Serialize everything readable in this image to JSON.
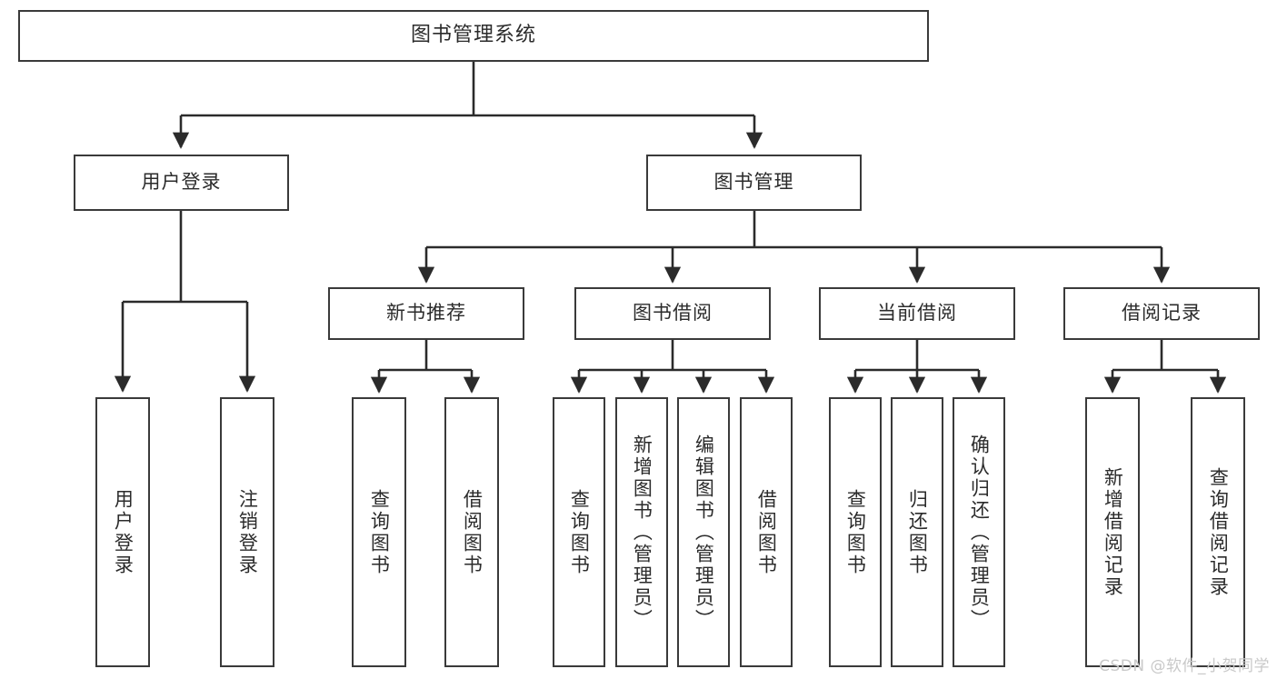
{
  "diagram": {
    "title": "图书管理系统",
    "type": "tree",
    "root": {
      "id": "root",
      "label": "图书管理系统"
    },
    "level2": [
      {
        "id": "user-login",
        "label": "用户登录"
      },
      {
        "id": "book-manage",
        "label": "图书管理"
      }
    ],
    "level3": [
      {
        "id": "new-book-recommend",
        "label": "新书推荐",
        "parent": "book-manage"
      },
      {
        "id": "book-borrow",
        "label": "图书借阅",
        "parent": "book-manage"
      },
      {
        "id": "current-borrow",
        "label": "当前借阅",
        "parent": "book-manage"
      },
      {
        "id": "borrow-record",
        "label": "借阅记录",
        "parent": "book-manage"
      }
    ],
    "leaves": [
      {
        "id": "leaf-user-login",
        "label": "用户登录",
        "parent": "user-login"
      },
      {
        "id": "leaf-logout-login",
        "label": "注销登录",
        "parent": "user-login"
      },
      {
        "id": "leaf-query-book-1",
        "label": "查询图书",
        "parent": "new-book-recommend"
      },
      {
        "id": "leaf-borrow-book-1",
        "label": "借阅图书",
        "parent": "new-book-recommend"
      },
      {
        "id": "leaf-query-book-2",
        "label": "查询图书",
        "parent": "book-borrow"
      },
      {
        "id": "leaf-add-book",
        "label": "新增图书（管理员）",
        "parent": "book-borrow"
      },
      {
        "id": "leaf-edit-book",
        "label": "编辑图书（管理员）",
        "parent": "book-borrow"
      },
      {
        "id": "leaf-borrow-book-2",
        "label": "借阅图书",
        "parent": "book-borrow"
      },
      {
        "id": "leaf-query-book-3",
        "label": "查询图书",
        "parent": "current-borrow"
      },
      {
        "id": "leaf-return-book",
        "label": "归还图书",
        "parent": "current-borrow"
      },
      {
        "id": "leaf-confirm-return",
        "label": "确认归还（管理员）",
        "parent": "current-borrow"
      },
      {
        "id": "leaf-add-record",
        "label": "新增借阅记录",
        "parent": "borrow-record"
      },
      {
        "id": "leaf-query-record",
        "label": "查询借阅记录",
        "parent": "borrow-record"
      }
    ],
    "colors": {
      "box_border": "#3a3a3a",
      "box_fill": "#ffffff",
      "edge": "#2b2b2b",
      "text": "#2b2b2b",
      "background": "#ffffff",
      "watermark": "#c9c9c9"
    }
  },
  "watermark": {
    "text": "CSDN @软件_小贺同学"
  }
}
